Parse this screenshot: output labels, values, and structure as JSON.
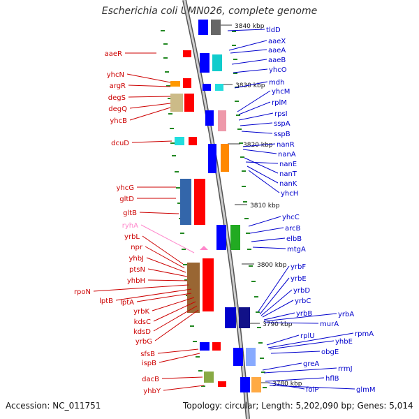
{
  "title": "Escherichia coli UMN026, complete genome",
  "accession": "Accession: NC_011751",
  "topology": "Topology: circular; Length: 5,202,090 bp; Genes: 5,014",
  "colors": {
    "forward_label": "#cc0000",
    "reverse_label": "#0000cc",
    "rna_label": "#ff88cc",
    "backbone": "#888888",
    "tick": "#228822",
    "forward_arrow": "#ff0000",
    "reverse_arrow": "#0000ff"
  },
  "scale_labels": [
    "3840 kbp",
    "3830 kbp",
    "3820 kbp",
    "3810 kbp",
    "3800 kbp",
    "3790 kbp",
    "3780 kbp"
  ],
  "left_genes": [
    "aaeR",
    "yhcN",
    "argR",
    "degS",
    "degQ",
    "yhcB",
    "dcuD",
    "yhcG",
    "gltD",
    "gltB",
    "ryhA",
    "yrbL",
    "npr",
    "yhbJ",
    "ptsN",
    "yhbH",
    "rpoN",
    "lptB",
    "lptA",
    "yrbK",
    "kdsC",
    "kdsD",
    "yrbG",
    "sfsB",
    "ispB",
    "dacB",
    "yhbY"
  ],
  "right_genes": [
    "tldD",
    "aaeX",
    "aaeA",
    "aaeB",
    "yhcO",
    "mdh",
    "yhcM",
    "rplM",
    "rpsI",
    "sspA",
    "sspB",
    "nanR",
    "nanA",
    "nanT",
    "nanE",
    "nanK",
    "yhcH",
    "yhcC",
    "arcB",
    "elbB",
    "mtgA",
    "yrbF",
    "yrbE",
    "yrbD",
    "yrbC",
    "yrbB",
    "yrbA",
    "murA",
    "rplU",
    "rpmA",
    "yhbE",
    "obgE",
    "greA",
    "rrmJ",
    "hflB",
    "folP",
    "glmM"
  ]
}
